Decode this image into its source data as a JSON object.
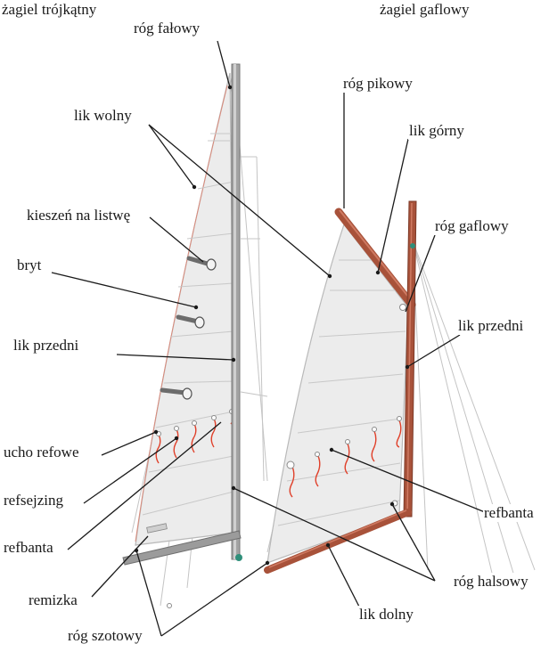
{
  "headers": {
    "left": "żagiel trójkątny",
    "right": "żagiel gaflowy"
  },
  "labels": {
    "rog_falowy": "róg fałowy",
    "lik_wolny": "lik wolny",
    "kieszen": "kieszeń na listwę",
    "bryt": "bryt",
    "lik_przedni_left": "lik przedni",
    "ucho_refowe": "ucho refowe",
    "refsejzing": "refsejzing",
    "refbanta_left": "refbanta",
    "remizka": "remizka",
    "rog_szotowy": "róg szotowy",
    "rog_pikowy": "róg pikowy",
    "lik_gorny": "lik górny",
    "rog_gaflowy": "róg gaflowy",
    "lik_przedni_right": "lik przedni",
    "refbanta_right": "refbanta",
    "rog_halsowy": "róg halsowy",
    "lik_dolny": "lik dolny"
  },
  "colors": {
    "sail": "#ececec",
    "sail_edge": "#b9b9b9",
    "mast_grey": "#a3a3a3",
    "spar_wood": "#a8523a",
    "reef_red": "#e0402a",
    "leader": "#1a1a1a"
  }
}
